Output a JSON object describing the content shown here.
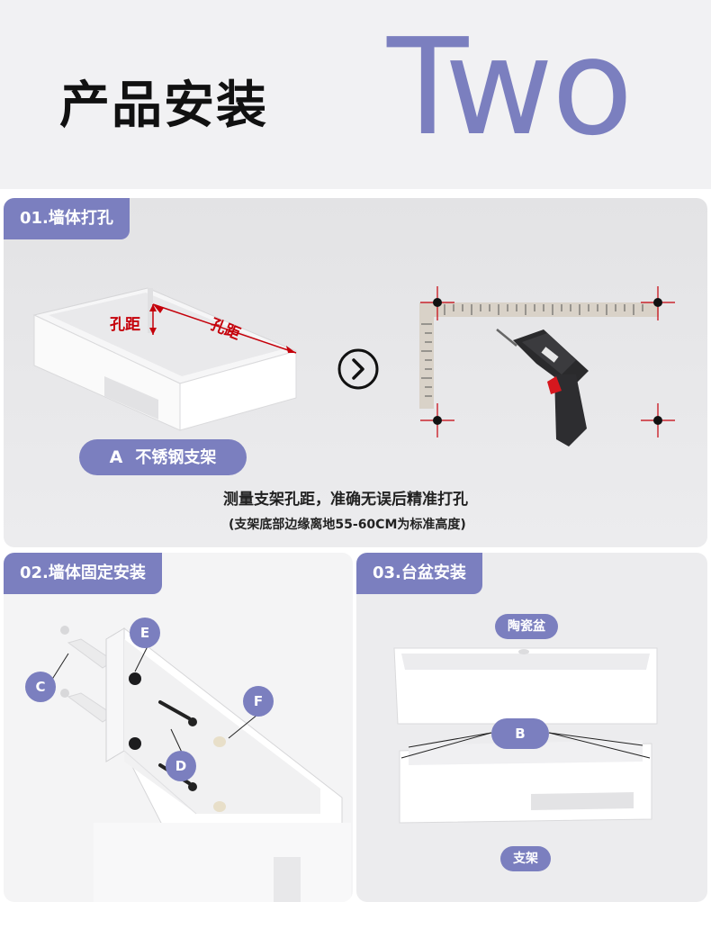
{
  "header": {
    "title": "产品安装",
    "big_text": "Two"
  },
  "step1": {
    "tab": "01.墙体打孔",
    "dim_label_1": "孔距",
    "dim_label_2": "孔距",
    "arrow_icon": "chevron-right-icon",
    "bracket_letter": "A",
    "bracket_label": "不锈钢支架",
    "desc_main": "测量支架孔距，准确无误后精准打孔",
    "desc_sub": "(支架底部边缘离地55-60CM为标准高度)"
  },
  "step2": {
    "tab": "02.墙体固定安装",
    "labels": {
      "c": "C",
      "d": "D",
      "e": "E",
      "f": "F"
    }
  },
  "step3": {
    "tab": "03.台盆安装",
    "basin_label": "陶瓷盆",
    "b_label": "B",
    "bracket_label": "支架"
  },
  "colors": {
    "accent": "#7b7fbf",
    "mark_red": "#c5000a"
  }
}
